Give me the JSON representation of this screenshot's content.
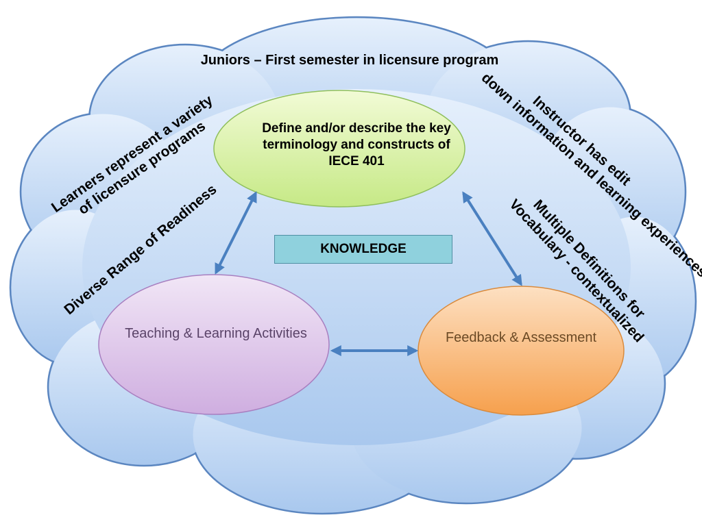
{
  "diagram": {
    "top_caption": "Juniors – First semester in licensure program",
    "center_node": "Define and/or describe the key terminology and constructs of IECE 401",
    "knowledge_label": "KNOWLEDGE",
    "left_node": "Teaching & Learning Activities",
    "right_node": "Feedback & Assessment",
    "notes": {
      "learners": "Learners represent a variety of licensure programs",
      "readiness": "Diverse Range of Readiness",
      "instructor": "Instructor has edit  down information and learning experiences",
      "multiple": "Multiple Definitions for Vocabulary - contextualized"
    },
    "colors": {
      "cloud_top": "#e6f0fc",
      "cloud_bottom": "#a9c8ee",
      "cloud_stroke": "#5b86c0",
      "center_fill": "#dcf2a8",
      "left_fill": "#dcc3e8",
      "right_fill": "#f9b26a",
      "knowledge_fill": "#8fd1dd",
      "arrow": "#4a80c0"
    },
    "icons": [
      "cloud-shape",
      "double-arrow"
    ]
  }
}
